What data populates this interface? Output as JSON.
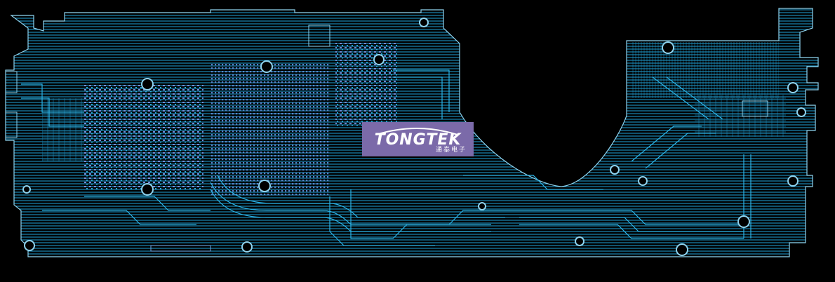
{
  "image": {
    "kind": "pcb-layout",
    "colors": {
      "background": "#000000",
      "trace": "#1f9fd0",
      "trace_light": "#39b9e6",
      "via": "#6a8fd6",
      "outline": "#8fd3ee",
      "watermark_bg": "#7b6aa9",
      "watermark_text": "#ffffff"
    }
  },
  "watermark": {
    "brand": "TONGTEK",
    "subtitle": "通泰电子"
  }
}
